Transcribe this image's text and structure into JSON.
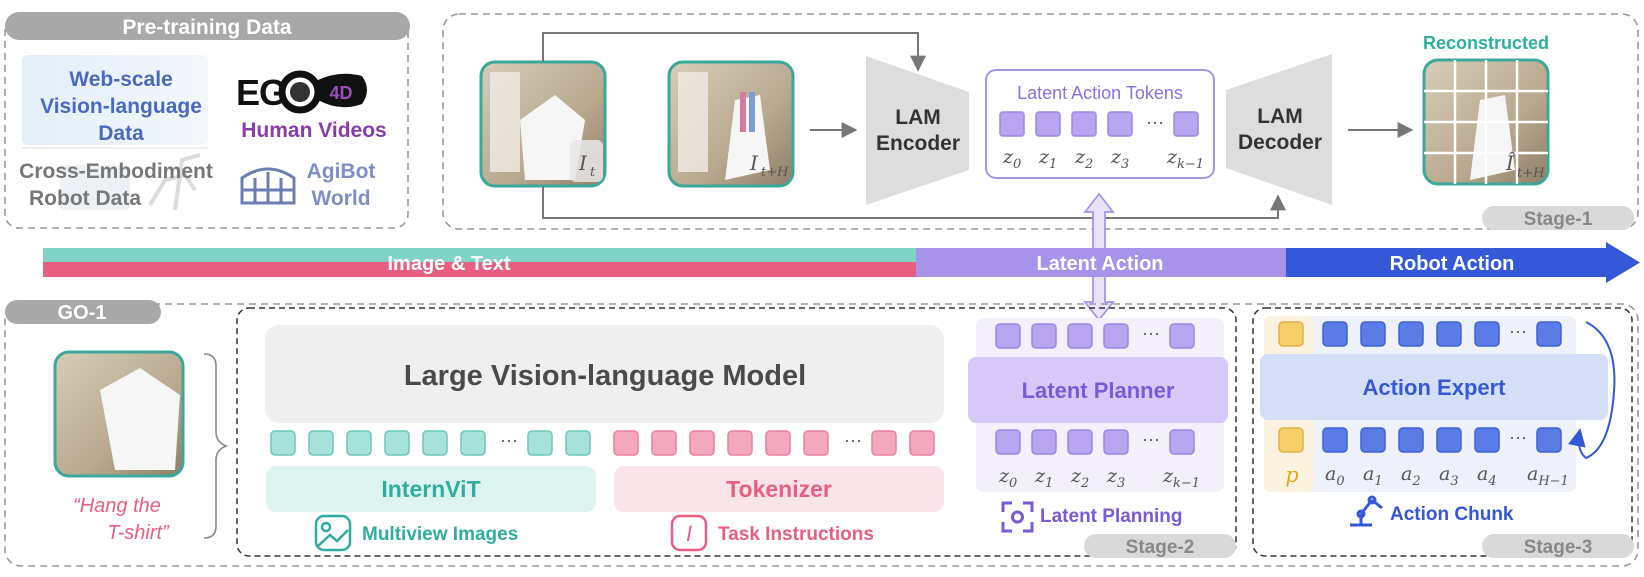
{
  "pretraining": {
    "header": "Pre-training Data",
    "webscale": [
      "Web-scale",
      "Vision-language",
      "Data"
    ],
    "ego4d_logo": "EGO 4D",
    "human_videos": "Human Videos",
    "cross_embodiment": [
      "Cross-Embodiment",
      "Robot Data"
    ],
    "agibot": [
      "AgiBot",
      "World"
    ]
  },
  "stage1": {
    "input_frame_1": "I",
    "input_frame_1_sub": "t",
    "input_frame_2": "I",
    "input_frame_2_sub": "t+H",
    "encoder": [
      "LAM",
      "Encoder"
    ],
    "tokens_title": "Latent Action Tokens",
    "token_labels": [
      {
        "base": "z",
        "sub": "0"
      },
      {
        "base": "z",
        "sub": "1"
      },
      {
        "base": "z",
        "sub": "2"
      },
      {
        "base": "z",
        "sub": "3"
      },
      {
        "base": "z",
        "sub": "k−1"
      }
    ],
    "decoder": [
      "LAM",
      "Decoder"
    ],
    "reconstructed_title": "Reconstructed",
    "reconstructed_label": "Î",
    "reconstructed_sub": "t+H",
    "stage_label": "Stage-1",
    "ellipsis": "···"
  },
  "bar": {
    "image_text": "Image & Text",
    "latent_action": "Latent Action",
    "robot_action": "Robot Action"
  },
  "go1": {
    "label": "GO-1",
    "instruction": [
      "“Hang the",
      "T-shirt”"
    ],
    "vlm_title": "Large Vision-language Model",
    "internvit": "InternViT",
    "tokenizer": "Tokenizer",
    "multiview": "Multiview Images",
    "task_instructions": "Task Instructions",
    "latent_planner": "Latent Planner",
    "planner_labels": [
      {
        "base": "z",
        "sub": "0"
      },
      {
        "base": "z",
        "sub": "1"
      },
      {
        "base": "z",
        "sub": "2"
      },
      {
        "base": "z",
        "sub": "3"
      },
      {
        "base": "z",
        "sub": "k−1"
      }
    ],
    "latent_planning": "Latent Planning",
    "stage2": "Stage-2",
    "action_expert": "Action Expert",
    "p_label": "p",
    "action_labels": [
      {
        "base": "a",
        "sub": "0"
      },
      {
        "base": "a",
        "sub": "1"
      },
      {
        "base": "a",
        "sub": "2"
      },
      {
        "base": "a",
        "sub": "3"
      },
      {
        "base": "a",
        "sub": "4"
      },
      {
        "base": "a",
        "sub": "H−1"
      }
    ],
    "action_chunk": "Action Chunk",
    "stage3": "Stage-3",
    "ellipsis": "···"
  },
  "colors": {
    "teal": "#7fd3c7",
    "pink": "#e85f82",
    "purple": "#a893ea",
    "blue": "#3559d6",
    "token_purple": "#b9a6f0",
    "token_blue": "#5b7be6",
    "token_yellow": "#f7cf6a",
    "gray": "#c8c8c8"
  }
}
